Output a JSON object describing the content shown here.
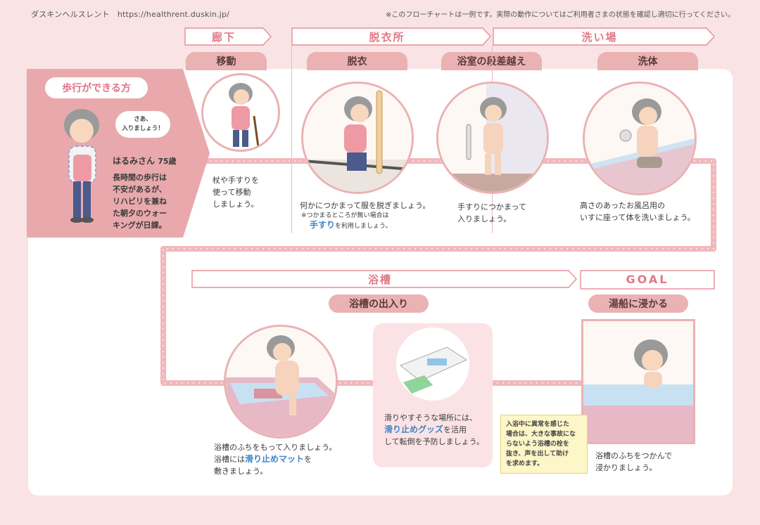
{
  "header": {
    "brand": "ダスキンヘルスレント　https://healthrent.duskin.jp/",
    "note": "※このフローチャートは一例です。実際の動作についてはご利用者さまの状態を確認し適切に行ってください。"
  },
  "sections": {
    "hallway": "廊下",
    "dressing_room": "脱衣所",
    "washing_area": "洗い場",
    "bathtub": "浴槽",
    "goal": "GOAL"
  },
  "steps": {
    "move": {
      "title": "移動",
      "text1": "杖や手すりを",
      "text2": "使って移動",
      "text3": "しましょう。"
    },
    "undress": {
      "title": "脱衣",
      "text": "何かにつかまって服を脱ぎましょう。",
      "sub": "※つかまるところが無い場合は",
      "kw": "手すり",
      "kw_after": "を利用しましょう。"
    },
    "step_over": {
      "title": "浴室の段差越え",
      "text1": "手すりにつかまって",
      "text2": "入りましょう。"
    },
    "wash": {
      "title": "洗体",
      "text1": "高さのあったお風呂用の",
      "text2": "いすに座って体を洗いましょう。"
    },
    "tub_in_out": {
      "title": "浴槽の出入り",
      "text1": "浴槽のふちをもって入りましょう。",
      "text2_before": "浴槽には",
      "kw": "滑り止めマット",
      "text2_after": "を",
      "text3": "敷きましょう。"
    },
    "soak": {
      "title": "湯船に浸かる",
      "text1": "浴槽のふちをつかんで",
      "text2": "浸かりましょう。"
    }
  },
  "profile": {
    "label": "歩行ができる方",
    "bubble1": "さあ、",
    "bubble2": "入りましょう！",
    "name": "はるみさん",
    "age": "75歳",
    "desc1": "長時間の歩行は",
    "desc2": "不安があるが、",
    "desc3": "リハビリを兼ね",
    "desc4": "た朝夕のウォー",
    "desc5": "キングが日課。"
  },
  "tip": {
    "text1": "滑りやすそうな場所には、",
    "kw": "滑り止めグッズ",
    "text2_after": "を活用",
    "text3": "して転倒を予防しましょう。"
  },
  "warning": {
    "l1": "入浴中に異常を感じた",
    "l2": "場合は、大きな事故にな",
    "l3": "らないよう浴槽の栓を",
    "l4": "抜き、声を出して助け",
    "l5": "を求めます。"
  },
  "colors": {
    "accent": "#e07985",
    "pill": "#eab2b3",
    "keyword": "#3f86c8",
    "background": "#f9e3e4",
    "warning_bg": "#fdf6c8"
  }
}
